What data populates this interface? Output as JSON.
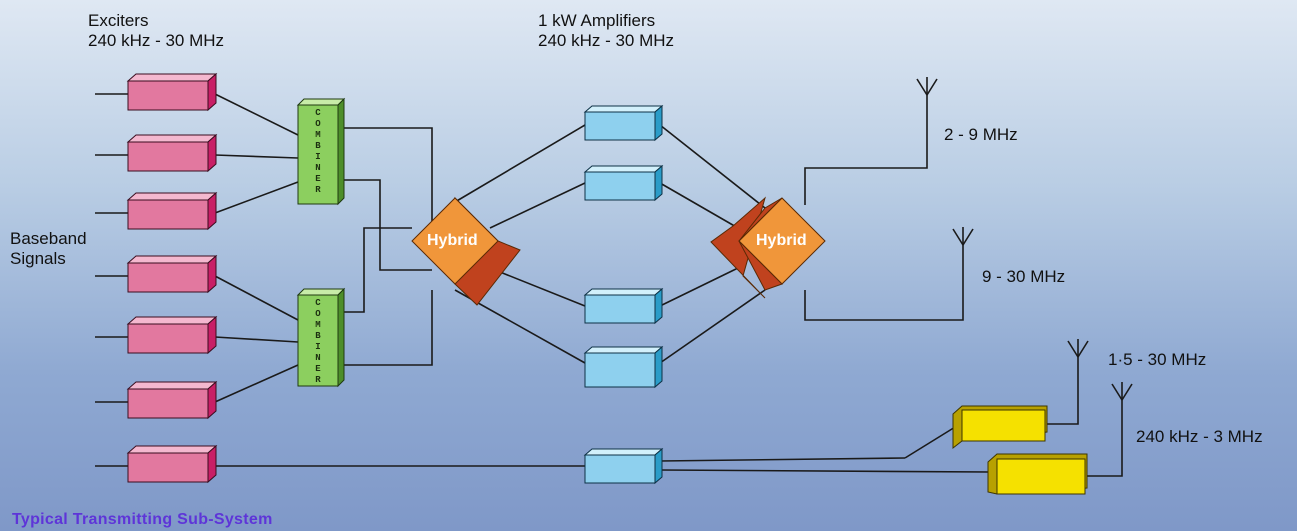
{
  "labels": {
    "exciters_line1": "Exciters",
    "exciters_line2": "240 kHz - 30 MHz",
    "amplifiers_line1": "1 kW Amplifiers",
    "amplifiers_line2": "240 kHz - 30 MHz",
    "baseband_line1": "Baseband",
    "baseband_line2": "Signals",
    "combiner": "COMBINER",
    "hybrid": "Hybrid",
    "antenna_1": "2 - 9 MHz",
    "antenna_2": "9 - 30 MHz",
    "antenna_3": "1·5 - 30 MHz",
    "antenna_4": "240 kHz - 3 MHz"
  },
  "caption": "Typical Transmitting Sub-System",
  "colors": {
    "exciter": "#e2789f",
    "combiner": "#8ccf5f",
    "amplifier": "#8ed0ee",
    "hybrid": "#f0963a",
    "wideband_amp": "#f5e100",
    "caption": "#5e35d8"
  }
}
